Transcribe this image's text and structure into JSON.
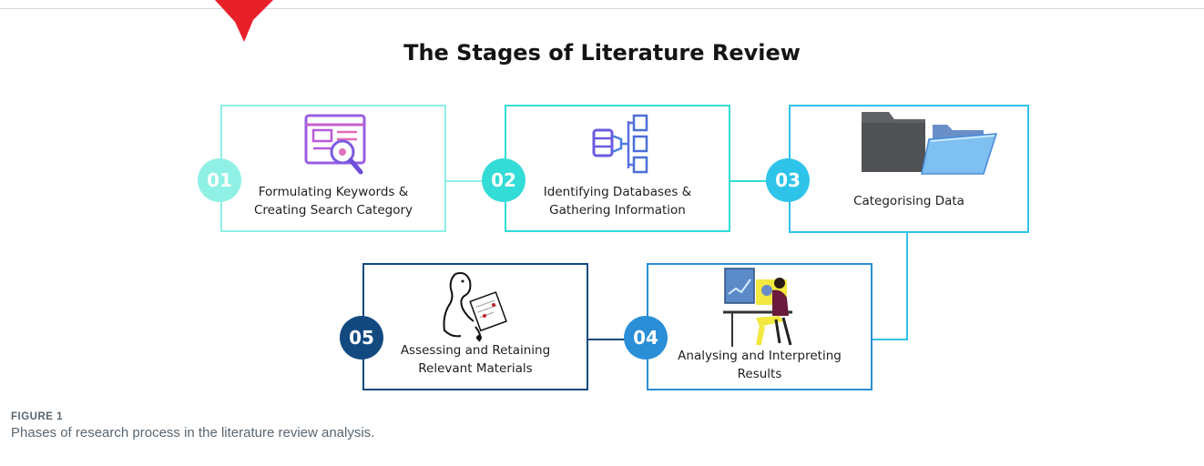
{
  "diagram": {
    "title": "The Stages of Literature Review",
    "stages": [
      {
        "number": "01",
        "label_line1": "Formulating Keywords &",
        "label_line2": "Creating Search Category",
        "icon": "search-keywords-icon",
        "color": "#8ff0e6"
      },
      {
        "number": "02",
        "label_line1": "Identifying Databases &",
        "label_line2": "Gathering Information",
        "icon": "database-icon",
        "color": "#33dcd6"
      },
      {
        "number": "03",
        "label_line1": "Categorising Data",
        "label_line2": "",
        "icon": "folder-icon",
        "color": "#2ec4ea"
      },
      {
        "number": "04",
        "label_line1": "Analysing and Interpreting",
        "label_line2": "Results",
        "icon": "analyst-at-desk-icon",
        "color": "#2a8fd6"
      },
      {
        "number": "05",
        "label_line1": "Assessing and Retaining",
        "label_line2": "Relevant Materials",
        "icon": "person-reviewing-document-icon",
        "color": "#124a80"
      }
    ]
  },
  "caption": {
    "figure_label": "FIGURE 1",
    "text": "Phases of research process in the literature review analysis."
  },
  "colors": {
    "bookmark": "#e8202a",
    "caption": "#5a6670"
  }
}
